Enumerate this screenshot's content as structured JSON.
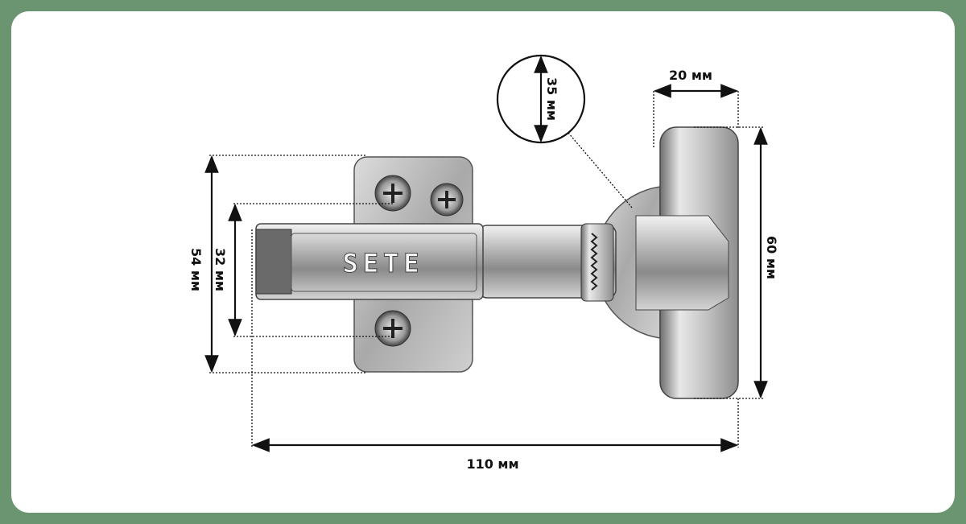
{
  "product": {
    "logo": "SETE"
  },
  "dimensions": {
    "cup_diameter": "35 мм",
    "cup_depth": "20 мм",
    "height": "60 мм",
    "plate_height": "54 мм",
    "screw_spacing": "32 мм",
    "total_length": "110 мм"
  },
  "colors": {
    "border": "#6b9471",
    "card": "#ffffff",
    "line": "#111111"
  }
}
